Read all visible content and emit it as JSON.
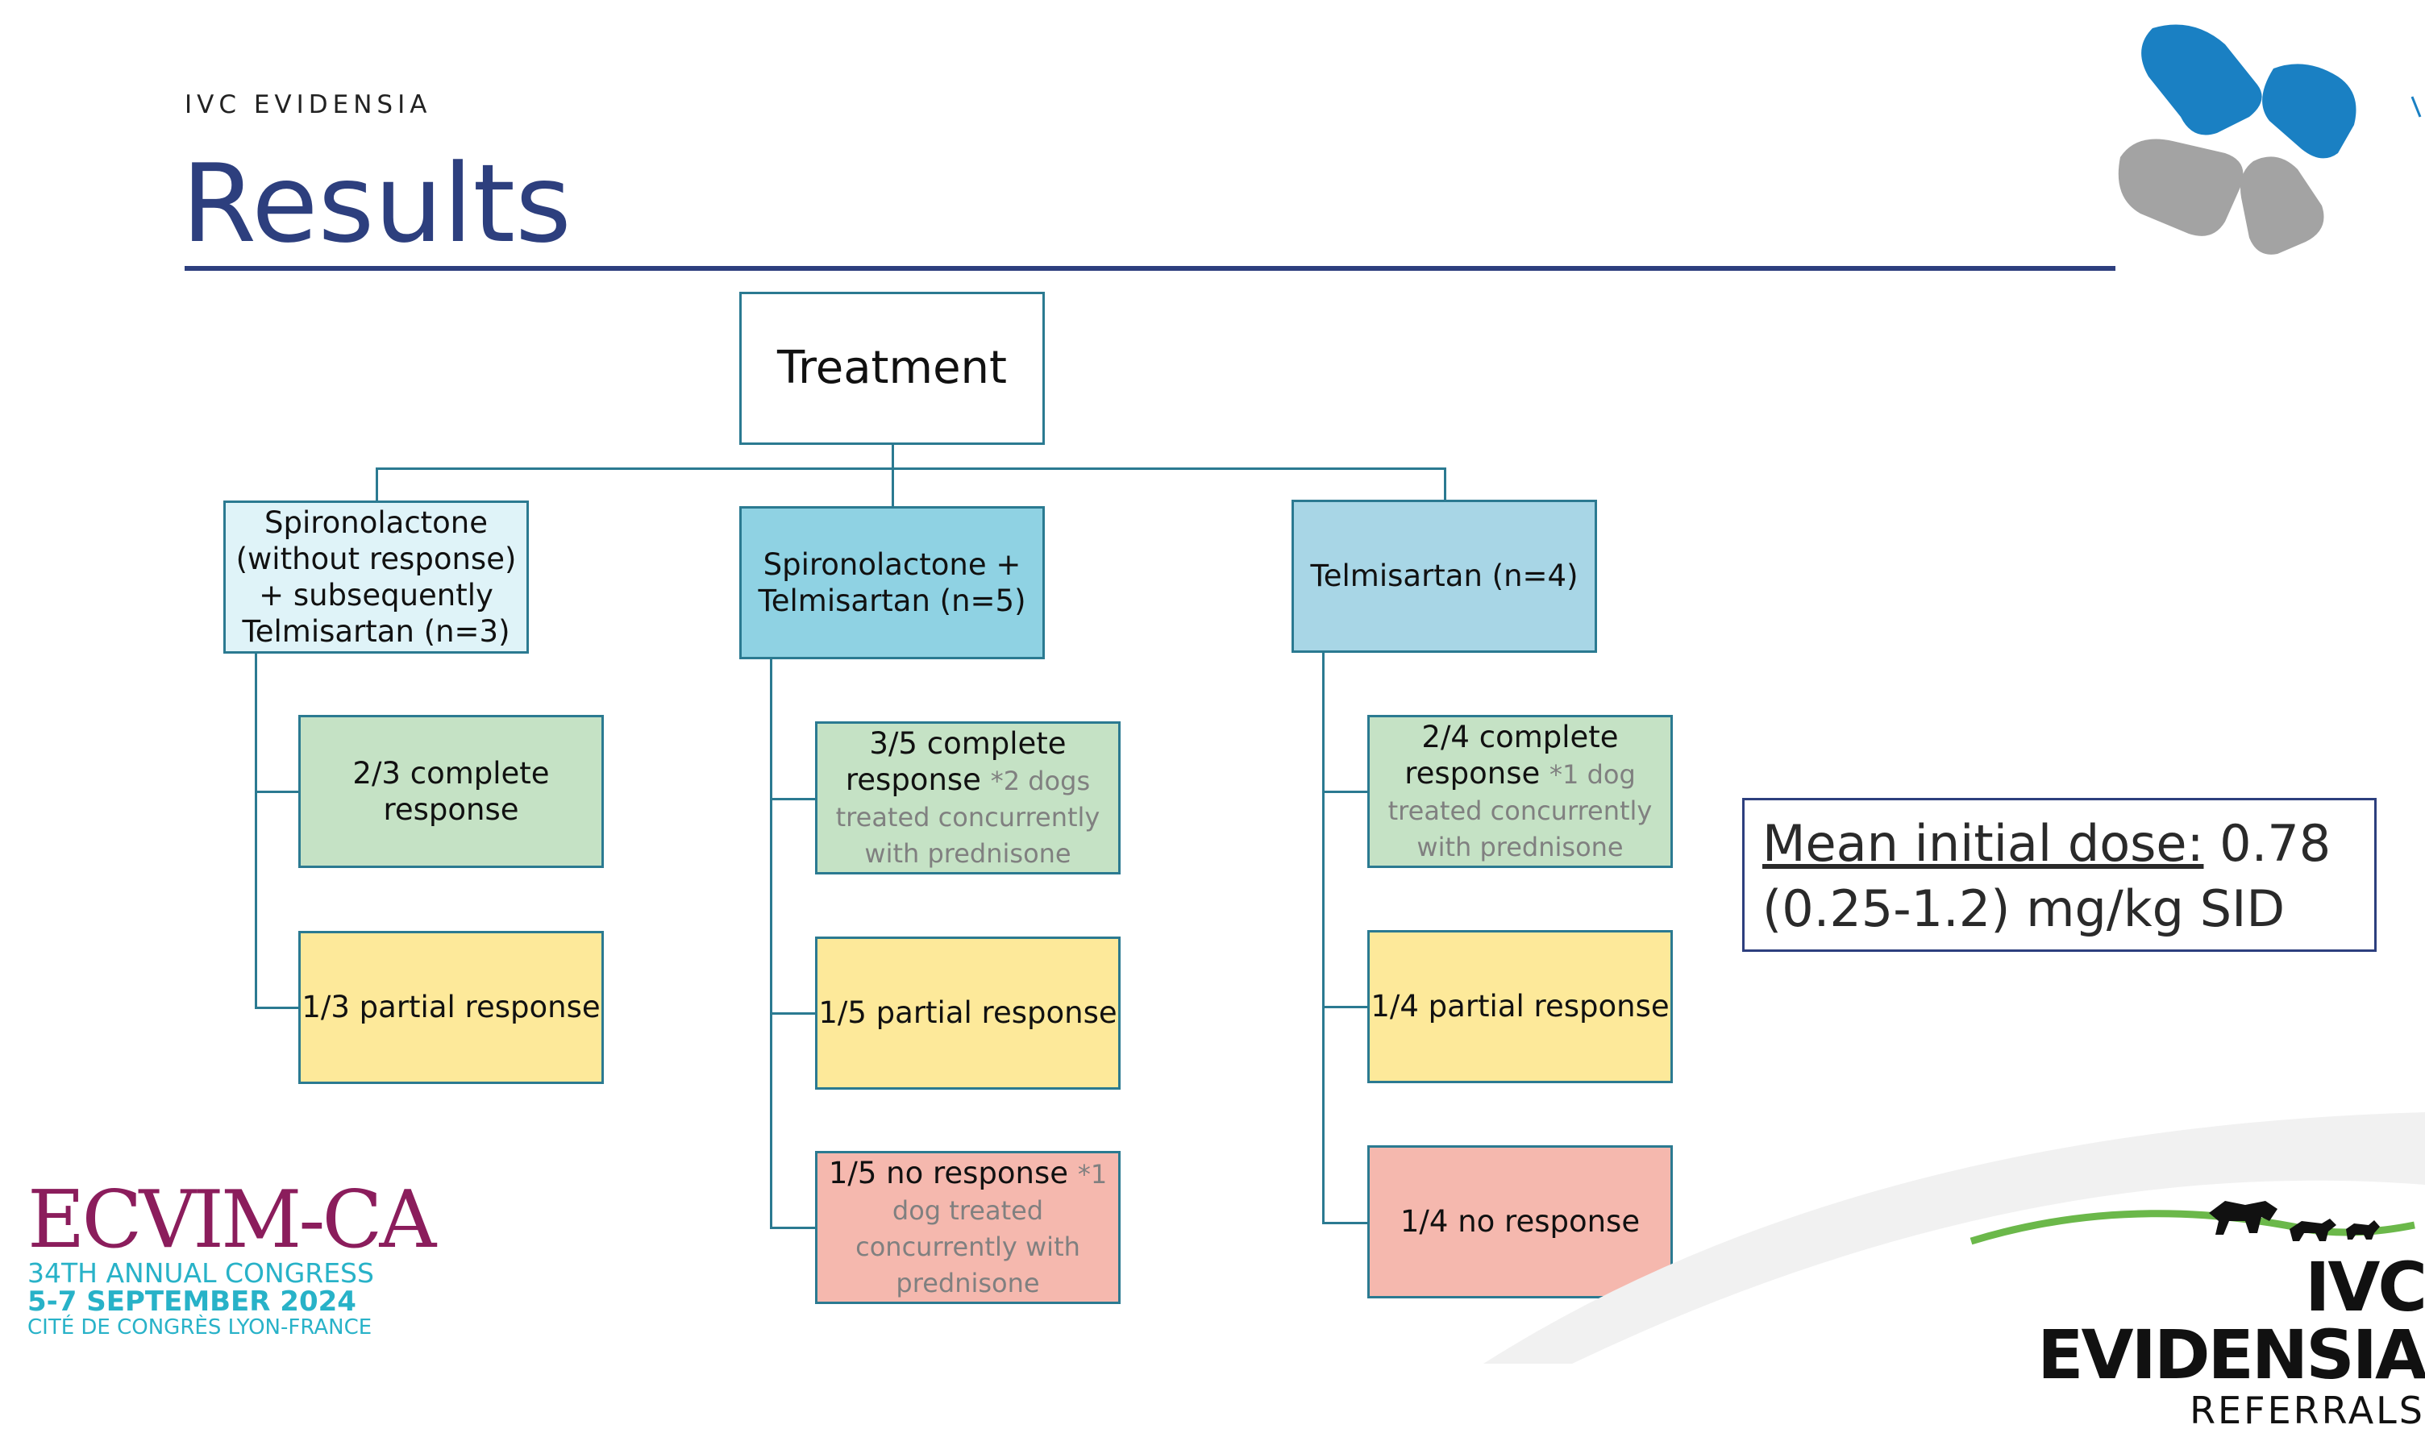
{
  "header": {
    "brand": "IVC EVIDENSIA",
    "title": "Results"
  },
  "tree": {
    "root": "Treatment",
    "branches": [
      {
        "label": "Spironolactone (without response) + subsequently Telmisartan (n=3)",
        "label_lines": [
          "Spironolactone",
          "(without response)",
          "+ subsequently",
          "Telmisartan (n=3)"
        ],
        "outcomes": [
          {
            "main": "2/3 complete response",
            "note": ""
          },
          {
            "main": "1/3 partial response",
            "note": ""
          }
        ]
      },
      {
        "label": "Spironolactone + Telmisartan (n=5)",
        "label_lines": [
          "Spironolactone +",
          "Telmisartan (n=5)"
        ],
        "outcomes": [
          {
            "main": "3/5 complete response",
            "note": "*2 dogs treated concurrently with prednisone"
          },
          {
            "main": "1/5 partial response",
            "note": ""
          },
          {
            "main": "1/5 no response",
            "note": "*1 dog treated concurrently with prednisone"
          }
        ]
      },
      {
        "label": "Telmisartan (n=4)",
        "label_lines": [
          "Telmisartan (n=4)"
        ],
        "outcomes": [
          {
            "main": "2/4 complete response",
            "note": "*1 dog treated concurrently with prednisone"
          },
          {
            "main": "1/4 partial response",
            "note": ""
          },
          {
            "main": "1/4 no response",
            "note": ""
          }
        ]
      }
    ]
  },
  "dose": {
    "label": "Mean initial dose:",
    "value": " 0.78 (0.25-1.2) mg/kg SID"
  },
  "footer": {
    "congress_name": "ECVIM-CA",
    "congress_line": "34TH ANNUAL CONGRESS",
    "congress_dates": "5-7 SEPTEMBER 2024",
    "congress_venue": "CITÉ DE CONGRÈS LYON-FRANCE",
    "ivc_logo_main": "IVC EVIDENSIA",
    "ivc_logo_sub": "REFERRALS"
  },
  "colors": {
    "title": "#2d3f7e",
    "connector": "#2b7a91",
    "complete": "#c5e2c5",
    "partial": "#fde99a",
    "none": "#f5b8ae"
  },
  "icons": [
    "paw-logo-icon",
    "horse-dog-cat-icon"
  ]
}
